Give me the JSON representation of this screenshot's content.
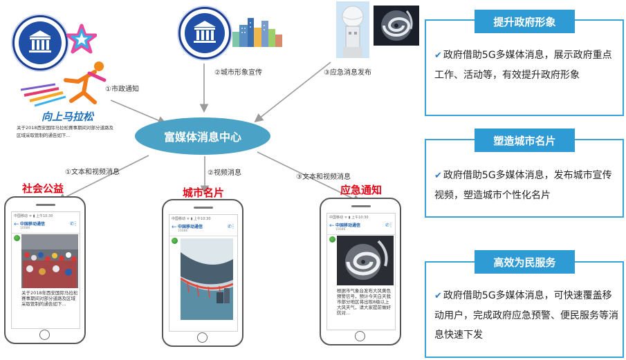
{
  "center": {
    "label": "富媒体消息中心"
  },
  "inputs": [
    {
      "label": "①市政通知"
    },
    {
      "label": "②城市形象宣传"
    },
    {
      "label": "③应急消息发布"
    }
  ],
  "outputs": [
    {
      "label": "①文本和视频消息"
    },
    {
      "label": "②视频消息"
    },
    {
      "label": "③文本和视频消息"
    }
  ],
  "marathon": {
    "logo_text": "向上马拉松",
    "caption": "关于2018西安国际马拉松赛事期间对部分道路及区域采取管制的通告如下..."
  },
  "phones": [
    {
      "heading": "社会公益",
      "status": "中国移动 ᯤ  ▮ 上午10:30",
      "title": "中国移动通信",
      "sub": "10086",
      "text": "关于2018年西安国际马拉松赛事期间对部分道路及区域采取管制的通告如下..."
    },
    {
      "heading": "城市名片",
      "status": "中国移动 ᯤ  ▮ 上午10:30",
      "title": "中国移动通信",
      "sub": "10086",
      "text": ""
    },
    {
      "heading": "应急通知",
      "status": "中国移动 ᯤ  ▮ 上午10:30",
      "title": "中国移动通信",
      "sub": "10086",
      "text": "根据市气象台发布大风黄色预警信号，预计今天白天我市部分地区将出现8级以上大风天气，请大家提前做好防对..."
    }
  ],
  "panels": [
    {
      "title": "提升政府形象",
      "text": "政府借助5G多媒体消息，展示政府重点工作、活动等，有效提升政府形象"
    },
    {
      "title": "塑造城市名片",
      "text": "政府借助5G多媒体消息，发布城市宣传视频，塑造城市个性化名片"
    },
    {
      "title": "高效为民服务",
      "text": "政府借助5G多媒体消息，可快速覆盖移动用户，完成政府应急预警、便民服务等消息快速下发"
    }
  ],
  "colors": {
    "accent": "#2f9bd5",
    "center_fill": "#4aa3c7",
    "heading_red": "#e60012",
    "panel_border": "#36a3d9",
    "gov_blue": "#1f4fa6"
  },
  "icons": [
    "government-building-icon",
    "star-icon",
    "runner-icon",
    "city-skyline-icon",
    "radar-tower-icon",
    "typhoon-satellite-icon",
    "check-icon",
    "back-arrow-icon",
    "phone-call-icon",
    "more-icon"
  ]
}
